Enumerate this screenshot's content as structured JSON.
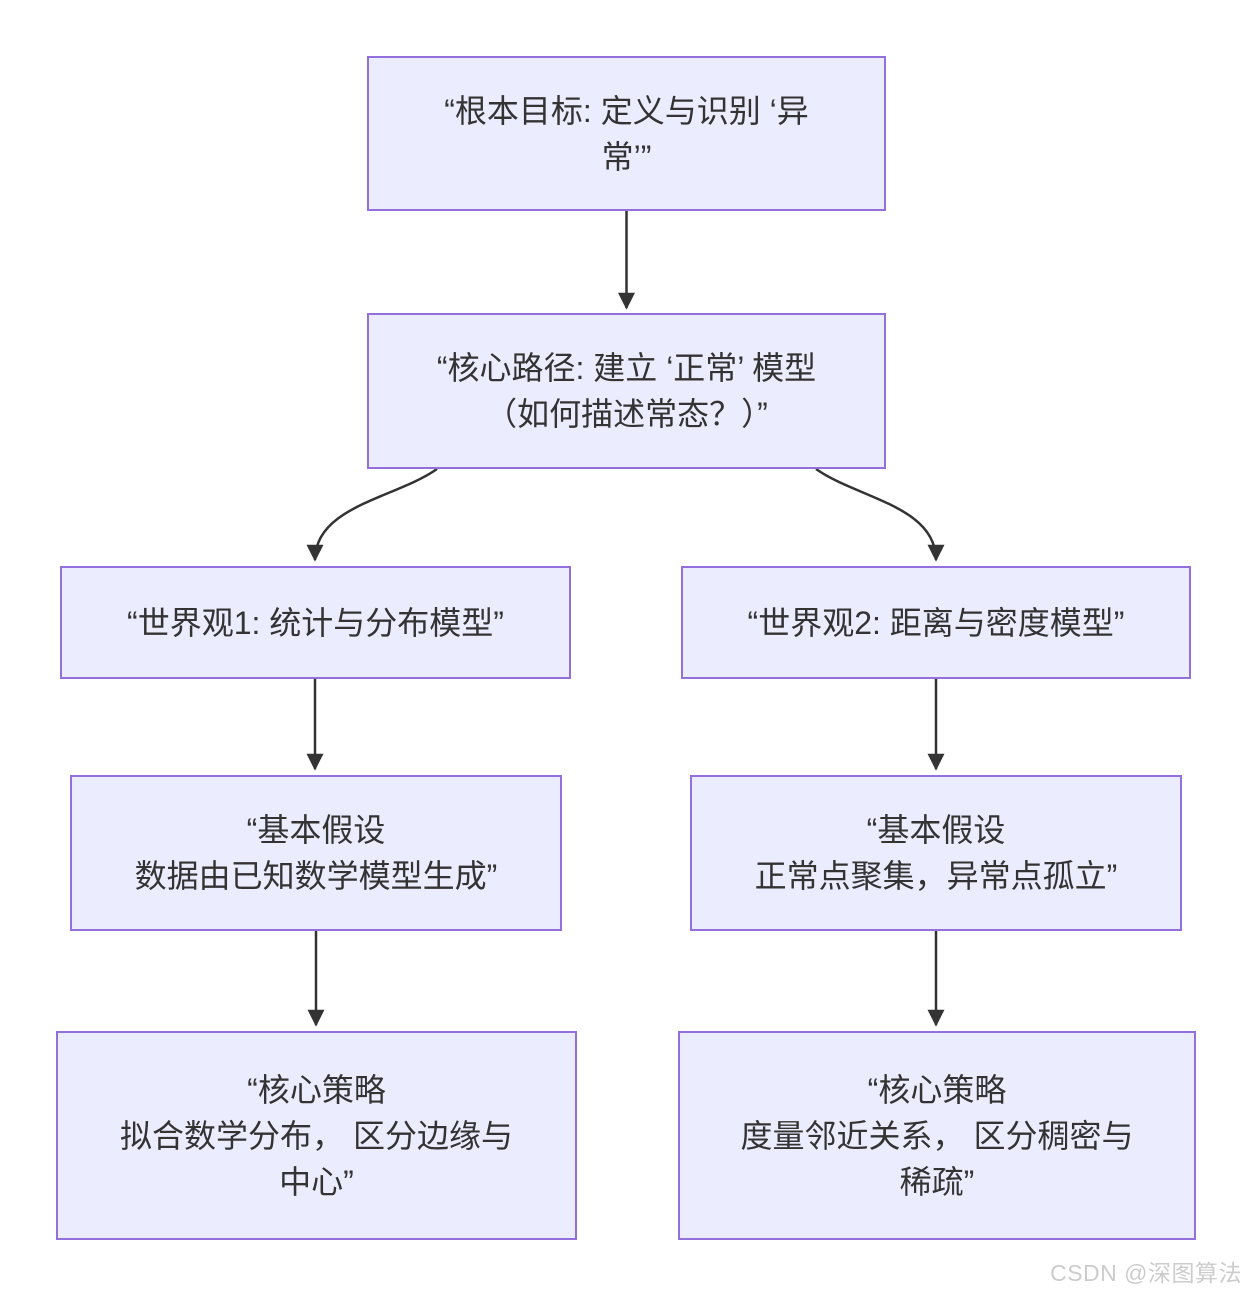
{
  "diagram": {
    "type": "flowchart-top-down",
    "colors": {
      "node_fill": "#ECECFF",
      "node_border": "#9370DB",
      "arrow": "#333333",
      "text": "#333333",
      "watermark": "#CCCCCC"
    },
    "nodes": {
      "root_goal": {
        "lines": [
          "“根本目标: 定义与识别 ‘异",
          "常’”"
        ]
      },
      "core_path": {
        "lines": [
          "“核心路径: 建立 ‘正常’ 模型",
          "（如何描述常态？）”"
        ]
      },
      "worldview1": {
        "lines": [
          "“世界观1: 统计与分布模型”"
        ]
      },
      "worldview2": {
        "lines": [
          "“世界观2: 距离与密度模型”"
        ]
      },
      "assumption1": {
        "lines": [
          "“基本假设",
          "数据由已知数学模型生成”"
        ]
      },
      "assumption2": {
        "lines": [
          "“基本假设",
          "正常点聚集，异常点孤立”"
        ]
      },
      "strategy1": {
        "lines": [
          "“核心策略",
          "拟合数学分布， 区分边缘与",
          "中心”"
        ]
      },
      "strategy2": {
        "lines": [
          "“核心策略",
          "度量邻近关系， 区分稠密与",
          "稀疏”"
        ]
      }
    },
    "edges": [
      "root_goal -> core_path",
      "core_path -> worldview1",
      "core_path -> worldview2",
      "worldview1 -> assumption1",
      "worldview2 -> assumption2",
      "assumption1 -> strategy1",
      "assumption2 -> strategy2"
    ]
  },
  "watermark": {
    "text": "CSDN @深图算法"
  }
}
